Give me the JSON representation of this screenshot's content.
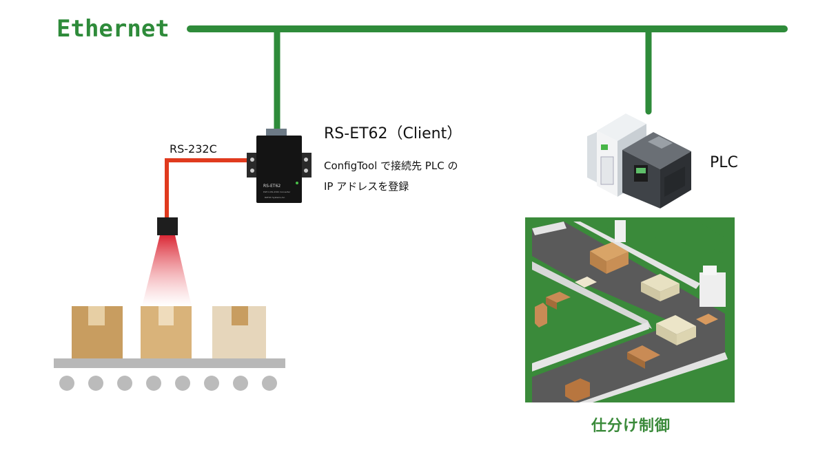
{
  "labels": {
    "ethernet": "Ethernet",
    "rs232c": "RS-232C",
    "device_title": "RS-ET62（Client）",
    "device_desc_line1": "ConfigTool で接続先 PLC の",
    "device_desc_line2": "IP アドレスを登録",
    "plc": "PLC",
    "sorting": "仕分け制御"
  },
  "device_print": {
    "model": "RS-ET62",
    "subtitle": "PoE to RS-232C Converter",
    "maker": "RATOC Systems,Inc."
  },
  "colors": {
    "ethernet_line": "#2e8b3a",
    "serial_cable": "#e03a1e",
    "sorting_bg": "#3a8a3a",
    "box_dark": "#c89d60",
    "box_light": "#e6d6bb"
  },
  "icons": {
    "converter": "converter-device-icon",
    "plc": "plc-device-icon",
    "barcode_reader": "barcode-reader-icon",
    "conveyor": "conveyor-icon",
    "sorting_line": "sorting-line-illustration"
  }
}
